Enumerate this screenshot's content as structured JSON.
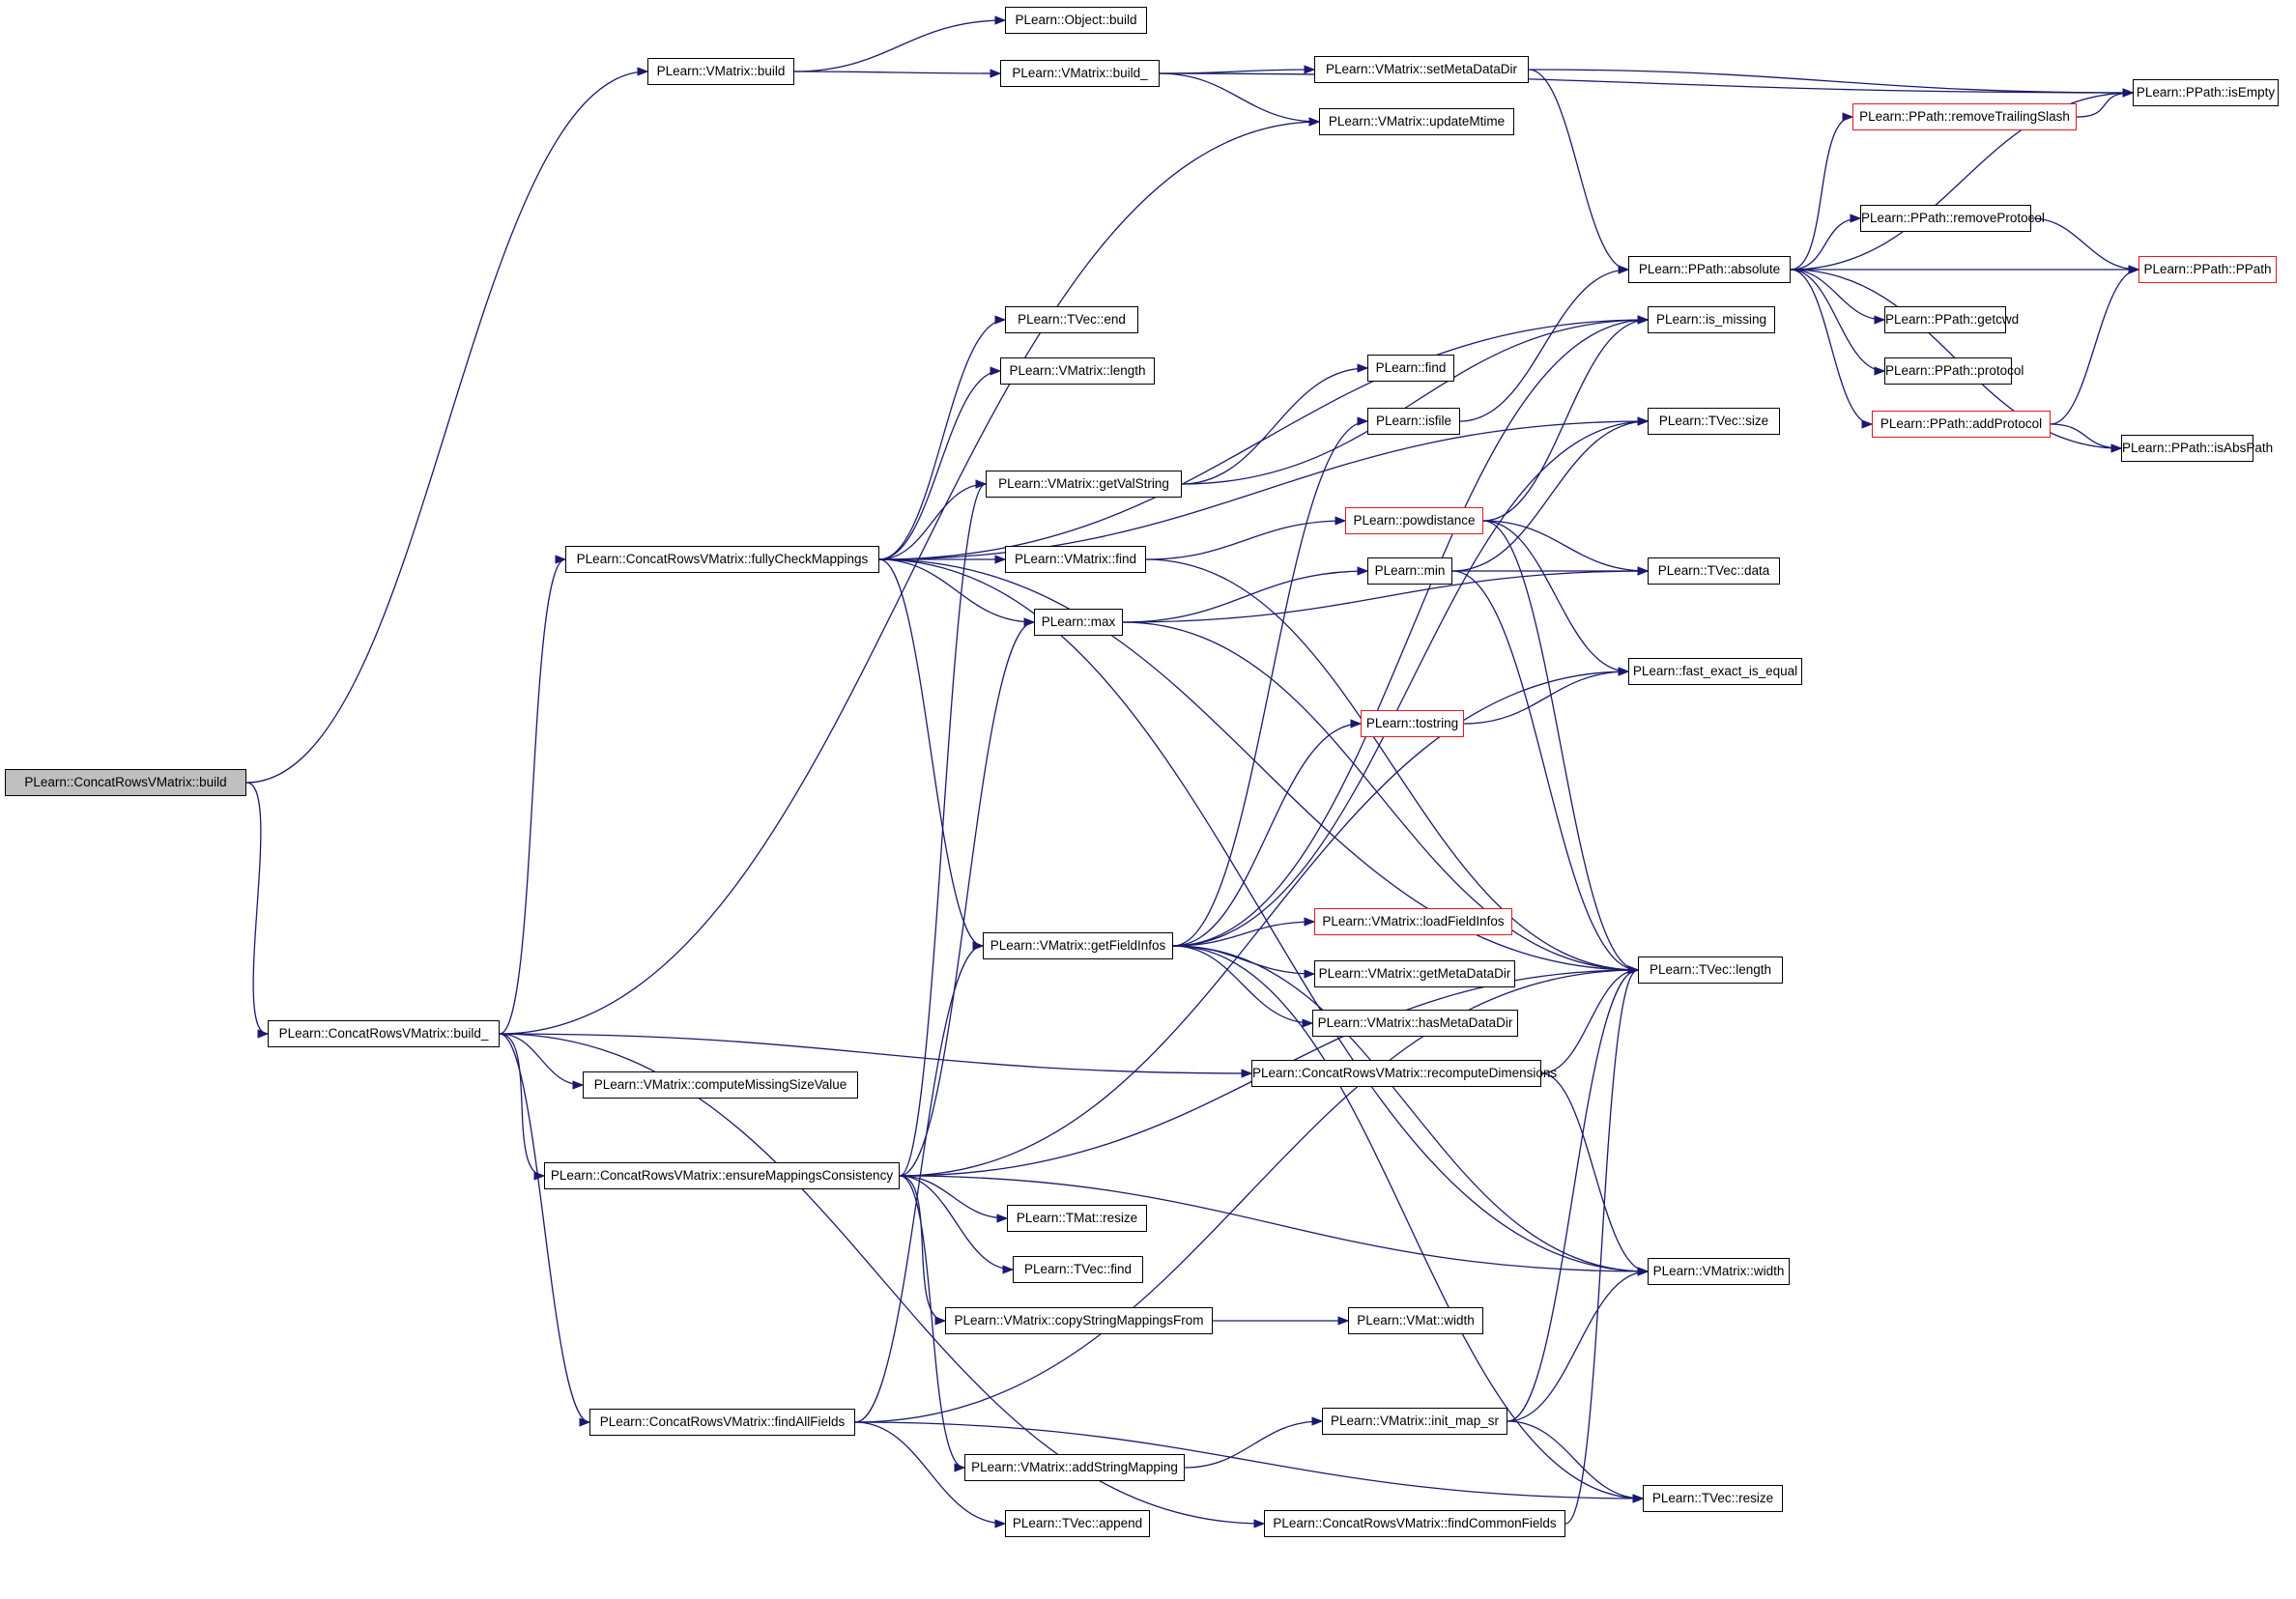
{
  "diagram": {
    "colors": {
      "edge": "#191970",
      "node_border": "#000000",
      "truncated_border": "#e31a1c",
      "root_fill": "#bfbfbf",
      "background": "#ffffff"
    },
    "nodes": [
      {
        "id": "n0",
        "label": "PLearn::ConcatRowsVMatrix::build",
        "style": "root"
      },
      {
        "id": "n1",
        "label": "PLearn::VMatrix::build",
        "style": "normal"
      },
      {
        "id": "n2",
        "label": "PLearn::Object::build",
        "style": "normal"
      },
      {
        "id": "n3",
        "label": "PLearn::VMatrix::build_",
        "style": "normal"
      },
      {
        "id": "n4",
        "label": "PLearn::VMatrix::setMetaDataDir",
        "style": "normal"
      },
      {
        "id": "n5",
        "label": "PLearn::VMatrix::updateMtime",
        "style": "normal"
      },
      {
        "id": "n6",
        "label": "PLearn::PPath::isEmpty",
        "style": "normal"
      },
      {
        "id": "n7",
        "label": "PLearn::PPath::removeTrailingSlash",
        "style": "truncated"
      },
      {
        "id": "n8",
        "label": "PLearn::PPath::removeProtocol",
        "style": "normal"
      },
      {
        "id": "n9",
        "label": "PLearn::PPath::absolute",
        "style": "normal"
      },
      {
        "id": "n10",
        "label": "PLearn::PPath::PPath",
        "style": "truncated"
      },
      {
        "id": "n11",
        "label": "PLearn::is_missing",
        "style": "normal"
      },
      {
        "id": "n12",
        "label": "PLearn::PPath::getcwd",
        "style": "normal"
      },
      {
        "id": "n13",
        "label": "PLearn::TVec::end",
        "style": "normal"
      },
      {
        "id": "n14",
        "label": "PLearn::find",
        "style": "normal"
      },
      {
        "id": "n15",
        "label": "PLearn::PPath::protocol",
        "style": "normal"
      },
      {
        "id": "n16",
        "label": "PLearn::VMatrix::length",
        "style": "normal"
      },
      {
        "id": "n17",
        "label": "PLearn::isfile",
        "style": "normal"
      },
      {
        "id": "n18",
        "label": "PLearn::TVec::size",
        "style": "normal"
      },
      {
        "id": "n19",
        "label": "PLearn::PPath::addProtocol",
        "style": "truncated"
      },
      {
        "id": "n20",
        "label": "PLearn::PPath::isAbsPath",
        "style": "normal"
      },
      {
        "id": "n21",
        "label": "PLearn::VMatrix::getValString",
        "style": "normal"
      },
      {
        "id": "n22",
        "label": "PLearn::powdistance",
        "style": "truncated"
      },
      {
        "id": "n23",
        "label": "PLearn::ConcatRowsVMatrix::fullyCheckMappings",
        "style": "normal"
      },
      {
        "id": "n24",
        "label": "PLearn::VMatrix::find",
        "style": "normal"
      },
      {
        "id": "n25",
        "label": "PLearn::min",
        "style": "normal"
      },
      {
        "id": "n26",
        "label": "PLearn::TVec::data",
        "style": "normal"
      },
      {
        "id": "n27",
        "label": "PLearn::max",
        "style": "normal"
      },
      {
        "id": "n28",
        "label": "PLearn::fast_exact_is_equal",
        "style": "normal"
      },
      {
        "id": "n29",
        "label": "PLearn::tostring",
        "style": "truncated"
      },
      {
        "id": "n30",
        "label": "PLearn::VMatrix::loadFieldInfos",
        "style": "truncated"
      },
      {
        "id": "n31",
        "label": "PLearn::VMatrix::getFieldInfos",
        "style": "normal"
      },
      {
        "id": "n32",
        "label": "PLearn::VMatrix::getMetaDataDir",
        "style": "normal"
      },
      {
        "id": "n33",
        "label": "PLearn::TVec::length",
        "style": "normal"
      },
      {
        "id": "n34",
        "label": "PLearn::VMatrix::hasMetaDataDir",
        "style": "normal"
      },
      {
        "id": "n35",
        "label": "PLearn::ConcatRowsVMatrix::build_",
        "style": "normal"
      },
      {
        "id": "n36",
        "label": "PLearn::ConcatRowsVMatrix::recomputeDimensions",
        "style": "normal"
      },
      {
        "id": "n37",
        "label": "PLearn::VMatrix::computeMissingSizeValue",
        "style": "normal"
      },
      {
        "id": "n38",
        "label": "PLearn::ConcatRowsVMatrix::ensureMappingsConsistency",
        "style": "normal"
      },
      {
        "id": "n39",
        "label": "PLearn::TMat::resize",
        "style": "normal"
      },
      {
        "id": "n40",
        "label": "PLearn::TVec::find",
        "style": "normal"
      },
      {
        "id": "n41",
        "label": "PLearn::VMatrix::width",
        "style": "normal"
      },
      {
        "id": "n42",
        "label": "PLearn::VMatrix::copyStringMappingsFrom",
        "style": "normal"
      },
      {
        "id": "n43",
        "label": "PLearn::VMat::width",
        "style": "normal"
      },
      {
        "id": "n44",
        "label": "PLearn::ConcatRowsVMatrix::findAllFields",
        "style": "normal"
      },
      {
        "id": "n45",
        "label": "PLearn::VMatrix::init_map_sr",
        "style": "normal"
      },
      {
        "id": "n46",
        "label": "PLearn::VMatrix::addStringMapping",
        "style": "normal"
      },
      {
        "id": "n47",
        "label": "PLearn::TVec::resize",
        "style": "normal"
      },
      {
        "id": "n48",
        "label": "PLearn::TVec::append",
        "style": "normal"
      },
      {
        "id": "n49",
        "label": "PLearn::ConcatRowsVMatrix::findCommonFields",
        "style": "normal"
      }
    ],
    "edges": [
      [
        "n0",
        "n1"
      ],
      [
        "n0",
        "n35"
      ],
      [
        "n1",
        "n2"
      ],
      [
        "n1",
        "n3"
      ],
      [
        "n3",
        "n4"
      ],
      [
        "n3",
        "n5"
      ],
      [
        "n3",
        "n6"
      ],
      [
        "n4",
        "n6"
      ],
      [
        "n4",
        "n9"
      ],
      [
        "n9",
        "n6"
      ],
      [
        "n9",
        "n7"
      ],
      [
        "n9",
        "n8"
      ],
      [
        "n9",
        "n10"
      ],
      [
        "n9",
        "n12"
      ],
      [
        "n9",
        "n15"
      ],
      [
        "n9",
        "n19"
      ],
      [
        "n9",
        "n20"
      ],
      [
        "n7",
        "n6"
      ],
      [
        "n8",
        "n10"
      ],
      [
        "n19",
        "n10"
      ],
      [
        "n19",
        "n20"
      ],
      [
        "n35",
        "n5"
      ],
      [
        "n35",
        "n23"
      ],
      [
        "n35",
        "n37"
      ],
      [
        "n35",
        "n36"
      ],
      [
        "n35",
        "n38"
      ],
      [
        "n35",
        "n44"
      ],
      [
        "n35",
        "n49"
      ],
      [
        "n23",
        "n11"
      ],
      [
        "n23",
        "n18"
      ],
      [
        "n23",
        "n13"
      ],
      [
        "n23",
        "n16"
      ],
      [
        "n23",
        "n21"
      ],
      [
        "n23",
        "n24"
      ],
      [
        "n23",
        "n27"
      ],
      [
        "n23",
        "n31"
      ],
      [
        "n23",
        "n33"
      ],
      [
        "n23",
        "n41"
      ],
      [
        "n21",
        "n14"
      ],
      [
        "n21",
        "n11"
      ],
      [
        "n24",
        "n22"
      ],
      [
        "n24",
        "n33"
      ],
      [
        "n22",
        "n11"
      ],
      [
        "n22",
        "n26"
      ],
      [
        "n22",
        "n28"
      ],
      [
        "n22",
        "n33"
      ],
      [
        "n27",
        "n25"
      ],
      [
        "n27",
        "n26"
      ],
      [
        "n27",
        "n33"
      ],
      [
        "n25",
        "n18"
      ],
      [
        "n25",
        "n26"
      ],
      [
        "n25",
        "n33"
      ],
      [
        "n17",
        "n9"
      ],
      [
        "n29",
        "n28"
      ],
      [
        "n31",
        "n17"
      ],
      [
        "n31",
        "n18"
      ],
      [
        "n31",
        "n29"
      ],
      [
        "n31",
        "n30"
      ],
      [
        "n31",
        "n32"
      ],
      [
        "n31",
        "n34"
      ],
      [
        "n31",
        "n41"
      ],
      [
        "n31",
        "n47"
      ],
      [
        "n31",
        "n11"
      ],
      [
        "n36",
        "n33"
      ],
      [
        "n36",
        "n41"
      ],
      [
        "n38",
        "n21"
      ],
      [
        "n38",
        "n27"
      ],
      [
        "n38",
        "n28"
      ],
      [
        "n38",
        "n33"
      ],
      [
        "n38",
        "n39"
      ],
      [
        "n38",
        "n40"
      ],
      [
        "n38",
        "n42"
      ],
      [
        "n38",
        "n41"
      ],
      [
        "n38",
        "n46"
      ],
      [
        "n42",
        "n43"
      ],
      [
        "n44",
        "n31"
      ],
      [
        "n44",
        "n33"
      ],
      [
        "n44",
        "n48"
      ],
      [
        "n44",
        "n47"
      ],
      [
        "n46",
        "n45"
      ],
      [
        "n45",
        "n33"
      ],
      [
        "n45",
        "n41"
      ],
      [
        "n45",
        "n47"
      ],
      [
        "n49",
        "n33"
      ]
    ]
  }
}
